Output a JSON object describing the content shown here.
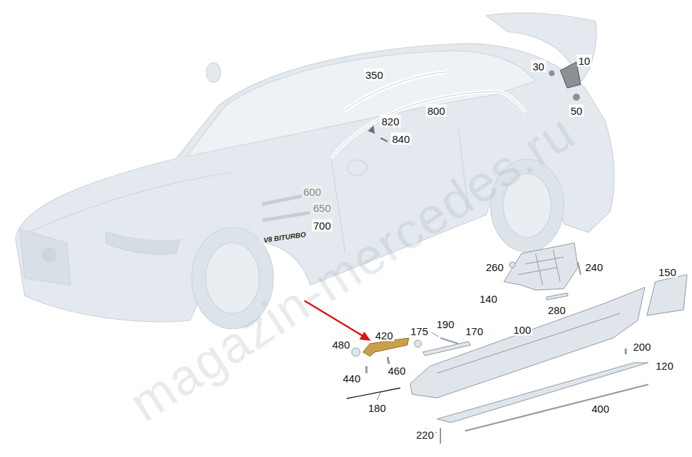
{
  "diagram": {
    "labels": [
      "350",
      "30",
      "10",
      "50",
      "820",
      "800",
      "840",
      "600",
      "650",
      "700",
      "V8 BITURBO",
      "260",
      "240",
      "150",
      "140",
      "280",
      "420",
      "175",
      "190",
      "170",
      "100",
      "480",
      "200",
      "120",
      "440",
      "460",
      "180",
      "400",
      "220",
      "magazin-mercedes.ru"
    ]
  }
}
